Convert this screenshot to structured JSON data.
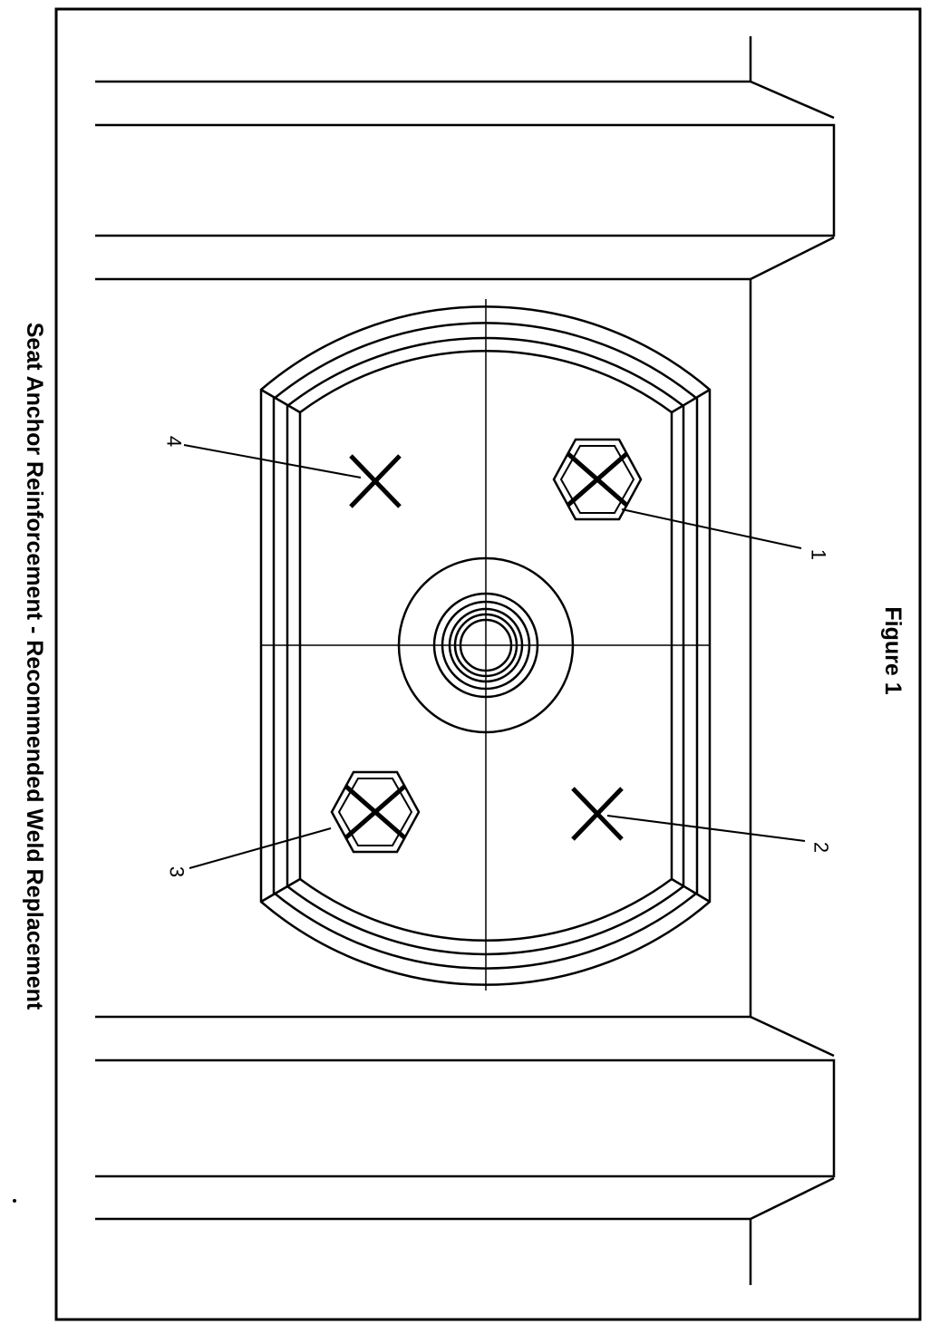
{
  "figure": {
    "title": "Figure 1",
    "caption": "Seat Anchor Reinforcement - Recommended Weld Replacement"
  },
  "callouts": [
    {
      "label": "1",
      "marker": "hexagon-x"
    },
    {
      "label": "2",
      "marker": "x"
    },
    {
      "label": "3",
      "marker": "hexagon-x"
    },
    {
      "label": "4",
      "marker": "x"
    }
  ]
}
